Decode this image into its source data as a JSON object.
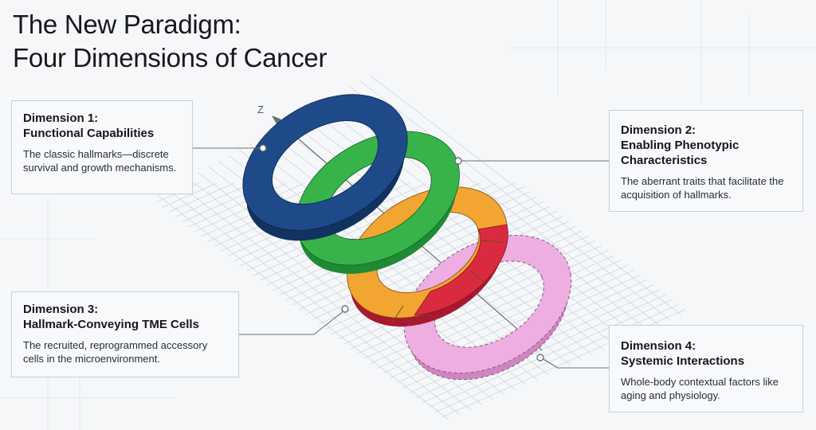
{
  "title": {
    "line1": "The New Paradigm:",
    "line2": "Four Dimensions of Cancer"
  },
  "axis": {
    "label": "Z"
  },
  "dimensions": [
    {
      "heading_line1": "Dimension 1:",
      "heading_line2": "Functional Capabilities",
      "description": "The classic hallmarks—discrete survival and growth mechanisms.",
      "color": "#1f4a8a"
    },
    {
      "heading_line1": "Dimension 2:",
      "heading_line2": "Enabling Phenotypic Characteristics",
      "description": "The aberrant traits that facilitate the acquisition of hallmarks.",
      "color": "#35b04a"
    },
    {
      "heading_line1": "Dimension 3:",
      "heading_line2": "Hallmark-Conveying TME Cells",
      "description": "The recruited, reprogrammed accessory cells in the microenvironment.",
      "colors": [
        "#f2a531",
        "#c8233a"
      ]
    },
    {
      "heading_line1": "Dimension 4:",
      "heading_line2": "Systemic Interactions",
      "description": "Whole-body contextual factors like aging and physiology.",
      "color": "#e8a4dc"
    }
  ]
}
